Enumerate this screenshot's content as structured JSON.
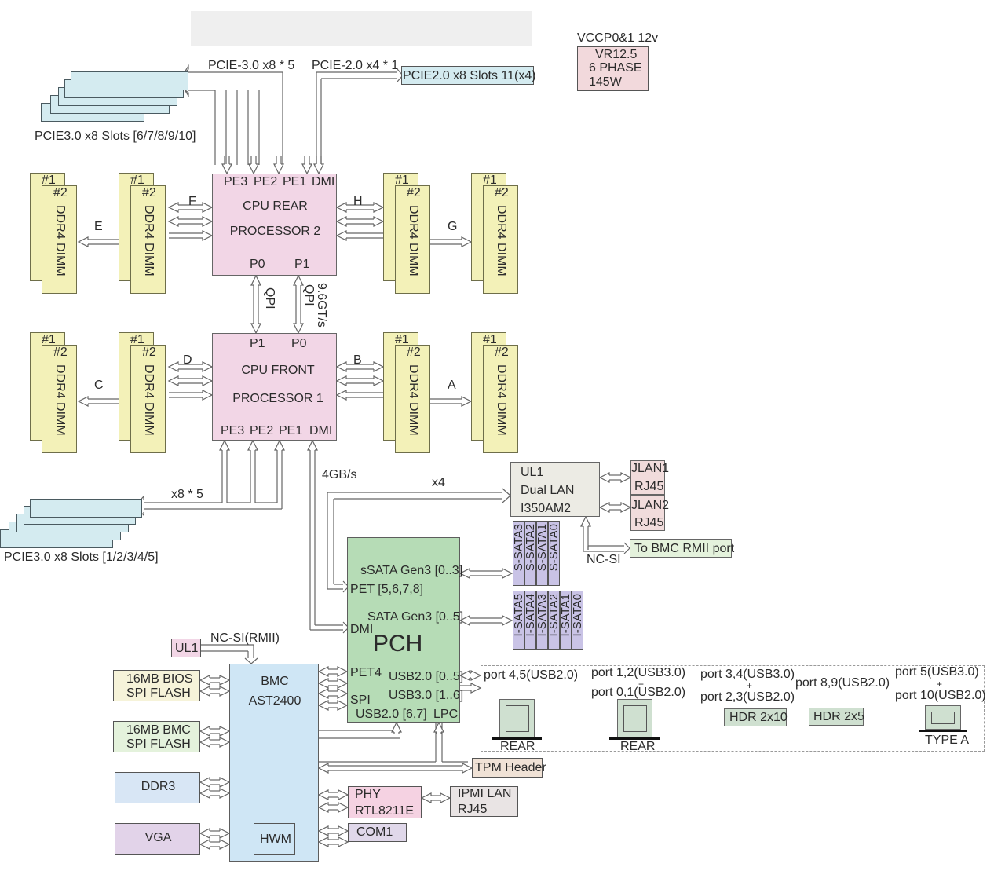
{
  "title_bar": "",
  "vr": {
    "caption": "VCCP0&1 12v",
    "lines": [
      "VR12.5",
      "6 PHASE",
      "145W"
    ]
  },
  "top_pcie": {
    "bus_label": "PCIE-3.0 x8 * 5",
    "slots_label": "PCIE3.0 x8 Slots [6/7/8/9/10]",
    "pcie2_bus_label": "PCIE-2.0 x4 * 1",
    "pcie2_slot_label": "PCIE2.0 x8 Slots 11(x4)"
  },
  "cpu_rear": {
    "ports_top": [
      "PE3",
      "PE2",
      "PE1",
      "DMI"
    ],
    "line1": "CPU REAR",
    "line2": "PROCESSOR 2",
    "ports_bottom": [
      "P0",
      "P1"
    ]
  },
  "cpu_front": {
    "ports_top": [
      "P1",
      "P0"
    ],
    "line1": "CPU FRONT",
    "line2": "PROCESSOR 1",
    "ports_bottom": [
      "PE3",
      "PE2",
      "PE1",
      "DMI"
    ]
  },
  "qpi": {
    "left": "QPI",
    "right": "QPI",
    "speed": "9.6GT/s"
  },
  "dimm": {
    "label": "DDR4 DIMM",
    "slot1": "#1",
    "slot2": "#2"
  },
  "channels": {
    "E": "E",
    "F": "F",
    "H": "H",
    "G": "G",
    "C": "C",
    "D": "D",
    "B": "B",
    "A": "A"
  },
  "bottom_pcie": {
    "bus_label": "x8 * 5",
    "slots_label": "PCIE3.0 x8 Slots [1/2/3/4/5]"
  },
  "dmi_speed": "4GB/s",
  "lan": {
    "link_label": "x4",
    "lines": [
      "UL1",
      "Dual LAN",
      "I350AM2"
    ],
    "jlan1": [
      "JLAN1",
      "RJ45"
    ],
    "jlan2": [
      "JLAN2",
      "RJ45"
    ],
    "ncsi_label": "NC-SI",
    "bmc_rmii": "To BMC RMII port"
  },
  "ssata": [
    "S-SATA0",
    "S-SATA1",
    "S-SATA2",
    "S-SATA3"
  ],
  "isata": [
    "I-SATA0",
    "I-SATA1",
    "I-SATA2",
    "I-SATA3",
    "I-SATA4",
    "I-SATA5"
  ],
  "pch": {
    "title": "PCH",
    "ssata": "sSATA Gen3 [0..3]",
    "pet": "PET [5,6,7,8]",
    "sata": "SATA Gen3 [0..5]",
    "dmi": "DMI",
    "pet4": "PET4",
    "usb20": "USB2.0 [0..5]",
    "usb30": "USB3.0 [1..6]",
    "spi": "SPI",
    "usb20b": "USB2.0 [6,7]",
    "lpc": "LPC"
  },
  "bmc": {
    "ul1": "UL1",
    "ncsi_rmii": "NC-SI(RMII)",
    "line1": "BMC",
    "line2": "AST2400",
    "hwm": "HWM",
    "bios_flash": [
      "16MB BIOS",
      "SPI FLASH"
    ],
    "bmc_flash": [
      "16MB BMC",
      "SPI FLASH"
    ],
    "ddr3": "DDR3",
    "vga": "VGA",
    "tpm": "TPM Header",
    "phy": [
      "PHY",
      "RTL8211E"
    ],
    "ipmi": [
      "IPMI LAN",
      "RJ45"
    ],
    "com1": "COM1"
  },
  "usb": {
    "p45": "port 4,5(USB2.0)",
    "p12": "port 1,2(USB3.0)",
    "p01": "port 0,1(USB2.0)",
    "p34": "port 3,4(USB3.0)",
    "p23": "port 2,3(USB2.0)",
    "p89": "port 8,9(USB2.0)",
    "p5": "port 5(USB3.0)",
    "p10": "port 10(USB2.0)",
    "plus": "+",
    "rear": "REAR",
    "hdr2x10": "HDR 2x10",
    "hdr2x5": "HDR 2x5",
    "typea": "TYPE A"
  }
}
